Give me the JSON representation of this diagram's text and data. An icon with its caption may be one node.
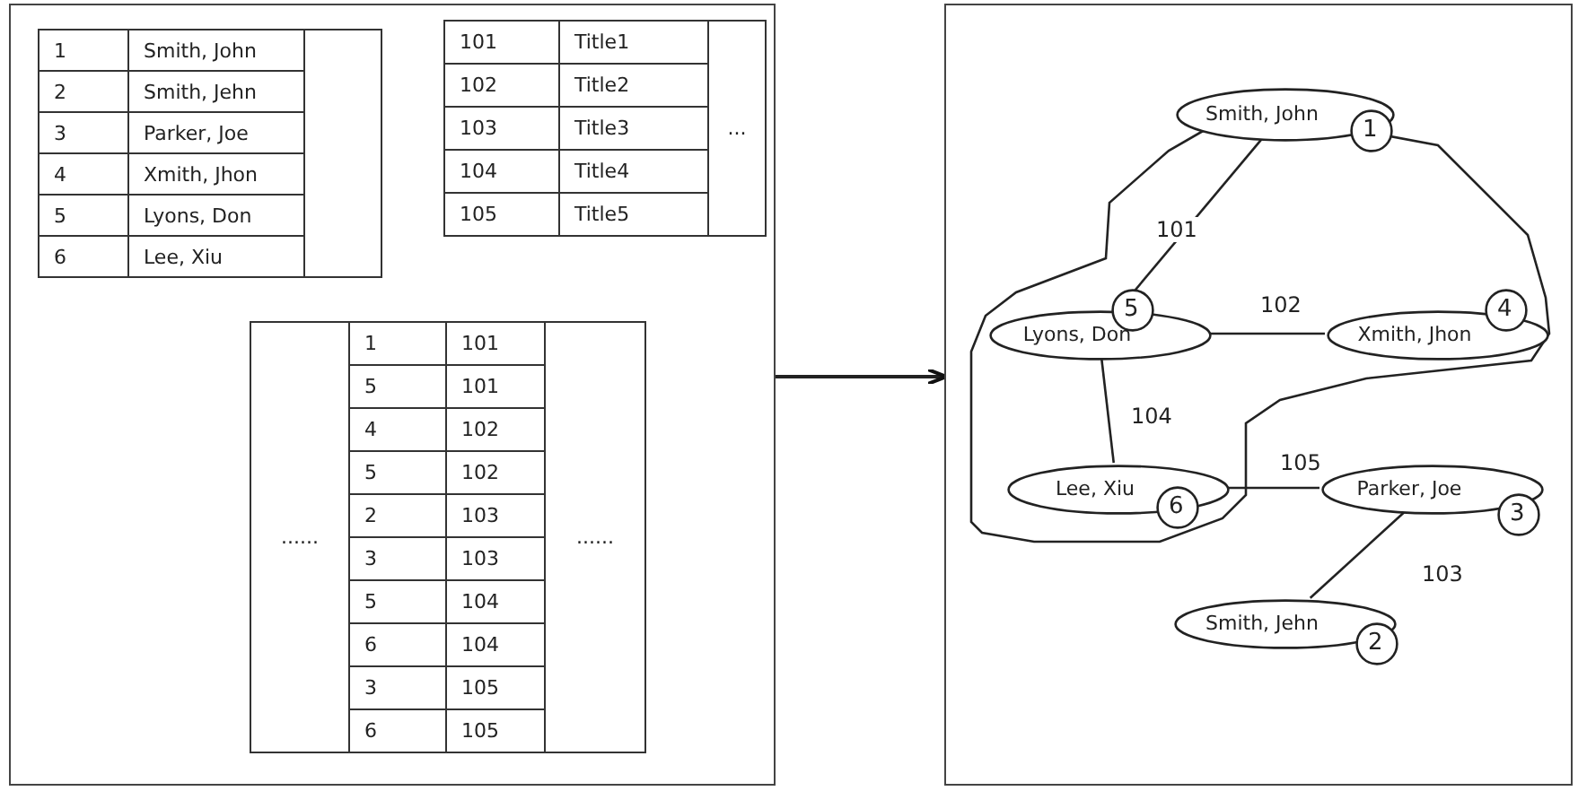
{
  "diagram": {
    "nodes": [
      {
        "text": [],
        "shape": "box"
      },
      {
        "text": [],
        "shape": "box"
      },
      {
        "text": [],
        "shape": "cloud",
        "in": 1
      },
      {
        "text": [
          "Smith, John",
          "1"
        ],
        "in": 2
      },
      {
        "text": [
          "5",
          "Lyons, Don"
        ],
        "in": 2
      },
      {
        "text": [
          "4",
          "Xmith, Jhon"
        ],
        "in": 2
      },
      {
        "text": [
          "Lee, Xiu",
          "6"
        ],
        "in": 2
      },
      {
        "text": [
          "Parker, Joe",
          "3"
        ],
        "in": 1
      },
      {
        "text": [
          "Smith, Jehn",
          "2"
        ],
        "in": 1
      }
    ],
    "edges": [
      {
        "from": 0,
        "to": 1,
        "arrow": "to"
      },
      {
        "from": 3,
        "to": 4,
        "arrow": "none",
        "label": "101"
      },
      {
        "from": 4,
        "to": 5,
        "arrow": "none",
        "label": "102"
      },
      {
        "from": 4,
        "to": 6,
        "arrow": "none",
        "label": "104"
      },
      {
        "from": 6,
        "to": 7,
        "arrow": "none",
        "label": "105"
      },
      {
        "from": 7,
        "to": 8,
        "arrow": "none",
        "label": "103"
      }
    ],
    "labels": [
      "1",
      "Smith, John",
      "2",
      "Smith, Jehn",
      "3",
      "Parker, Joe",
      "4",
      "Xmith, Jhon",
      "5",
      "Lyons, Don",
      "6",
      "Lee, Xiu",
      "101",
      "Title1",
      "...",
      "102",
      "Title2",
      "103",
      "Title3",
      "104",
      "Title4",
      "105",
      "Title5",
      "......",
      "1",
      "101",
      "......",
      "5",
      "101",
      "4",
      "102",
      "5",
      "102",
      "2",
      "103",
      "3",
      "103",
      "5",
      "104",
      "6",
      "104",
      "3",
      "105",
      "6",
      "105"
    ]
  }
}
